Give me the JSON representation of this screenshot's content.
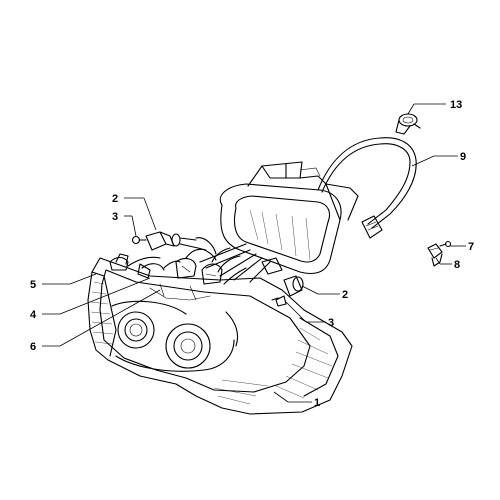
{
  "diagram": {
    "callouts": [
      {
        "id": "c1",
        "label": "1"
      },
      {
        "id": "c2a",
        "label": "2"
      },
      {
        "id": "c2b",
        "label": "2"
      },
      {
        "id": "c3a",
        "label": "3"
      },
      {
        "id": "c3b",
        "label": "3"
      },
      {
        "id": "c4",
        "label": "4"
      },
      {
        "id": "c5",
        "label": "5"
      },
      {
        "id": "c6",
        "label": "6"
      },
      {
        "id": "c7",
        "label": "7"
      },
      {
        "id": "c8",
        "label": "8"
      },
      {
        "id": "c9",
        "label": "9"
      },
      {
        "id": "c13",
        "label": "13"
      }
    ]
  },
  "colors": {
    "line": "#000000",
    "background": "#ffffff"
  }
}
